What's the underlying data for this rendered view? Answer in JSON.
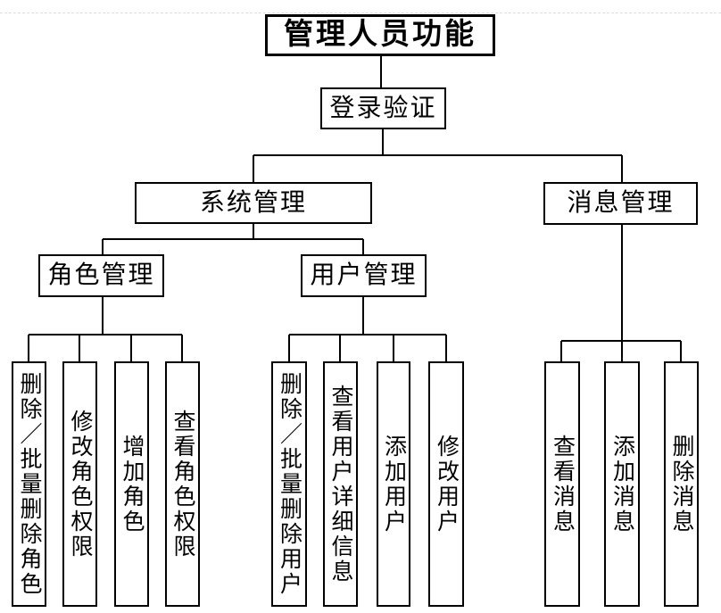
{
  "diagram": {
    "root": "管理人员功能",
    "login": "登录验证",
    "system": "系统管理",
    "message": "消息管理",
    "role": "角色管理",
    "user": "用户管理",
    "role_leaves": [
      "删除／批量删除角色",
      "修改角色权限",
      "增加角色",
      "查看角色权限"
    ],
    "user_leaves": [
      "删除／批量删除用户",
      "查看用户详细信息",
      "添加用户",
      "修改用户"
    ],
    "message_leaves": [
      "查看消息",
      "添加消息",
      "删除消息"
    ]
  },
  "colors": {
    "background": "#ffffff",
    "box_border": "#000000",
    "connector_line": "#000000",
    "page_boundary_line": "#dedede"
  }
}
